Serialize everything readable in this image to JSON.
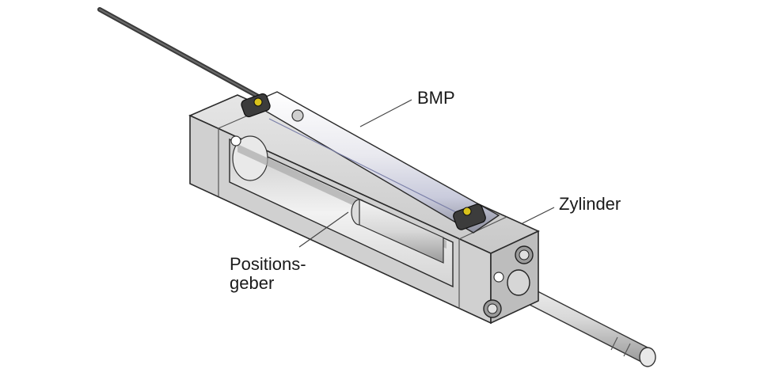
{
  "diagram": {
    "labels": {
      "bmp": "BMP",
      "zylinder": "Zylinder",
      "positionsgeber_line1": "Positions-",
      "positionsgeber_line2": "geber"
    }
  }
}
